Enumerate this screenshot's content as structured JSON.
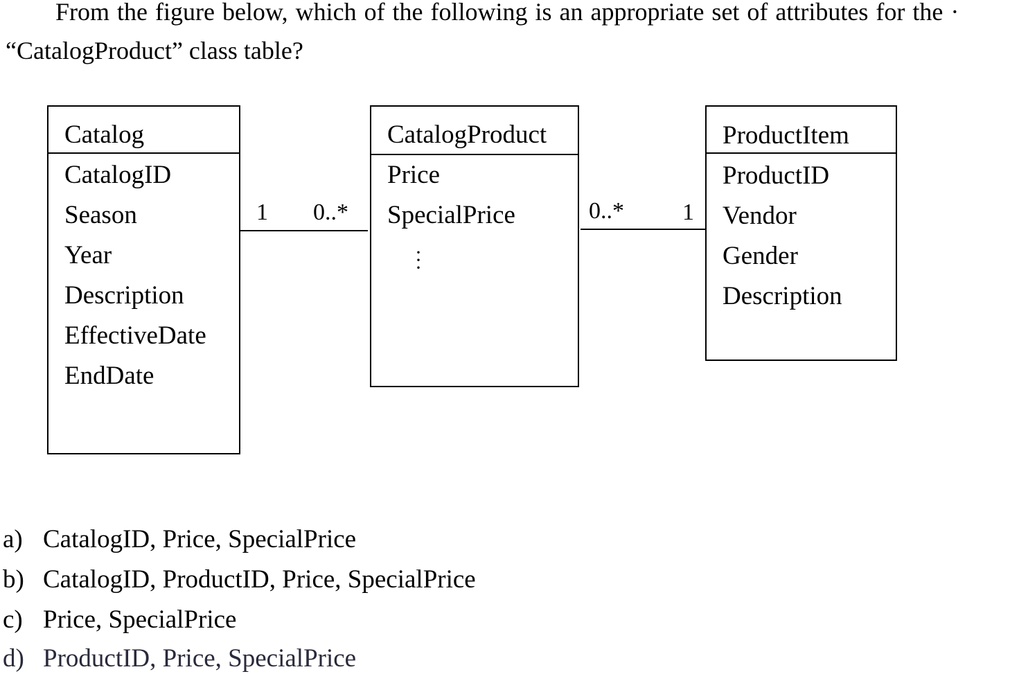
{
  "question": {
    "line1": "From the figure below, which of the following is an appropriate set of attributes for the ·",
    "line2": "“CatalogProduct” class table?"
  },
  "classes": [
    {
      "name": "Catalog",
      "attributes": [
        "CatalogID",
        "Season",
        "Year",
        "Description",
        "EffectiveDate",
        "EndDate"
      ]
    },
    {
      "name": "CatalogProduct",
      "attributes": [
        "Price",
        "SpecialPrice"
      ],
      "ellipsis": "⋮"
    },
    {
      "name": "ProductItem",
      "attributes": [
        "ProductID",
        "Vendor",
        "Gender",
        "Description"
      ]
    }
  ],
  "associations": [
    {
      "from": "Catalog",
      "to": "CatalogProduct",
      "from_mult": "1",
      "to_mult": "0..*"
    },
    {
      "from": "CatalogProduct",
      "to": "ProductItem",
      "from_mult": "0..*",
      "to_mult": "1"
    }
  ],
  "options": [
    {
      "label": "a)",
      "text": "CatalogID, Price, SpecialPrice"
    },
    {
      "label": "b)",
      "text": "CatalogID, ProductID, Price, SpecialPrice"
    },
    {
      "label": "c)",
      "text": "Price, SpecialPrice"
    },
    {
      "label": "d)",
      "text": "ProductID, Price, SpecialPrice"
    }
  ]
}
